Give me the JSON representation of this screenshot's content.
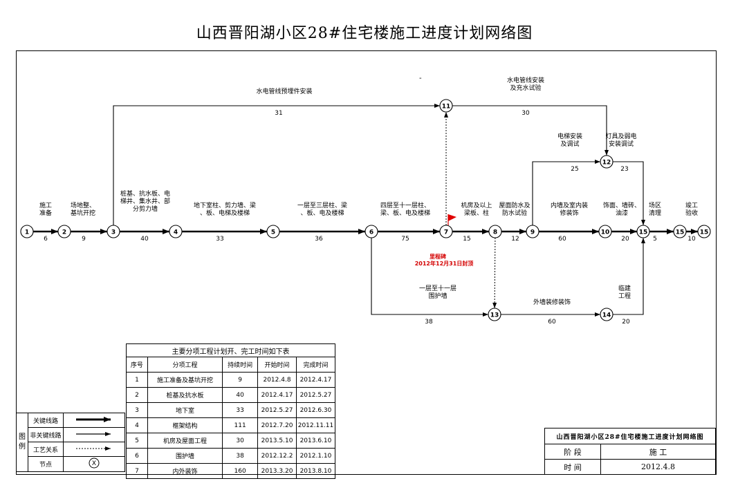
{
  "title": "山西晋阳湖小区28#住宅楼施工进度计划网络图",
  "top_mark": "-",
  "nodes": [
    {
      "id": "n1",
      "label": "1"
    },
    {
      "id": "n2",
      "label": "2"
    },
    {
      "id": "n3",
      "label": "3"
    },
    {
      "id": "n4",
      "label": "4"
    },
    {
      "id": "n5",
      "label": "5"
    },
    {
      "id": "n6",
      "label": "6"
    },
    {
      "id": "n7",
      "label": "7"
    },
    {
      "id": "n8",
      "label": "8"
    },
    {
      "id": "n9",
      "label": "9"
    },
    {
      "id": "n10",
      "label": "10"
    },
    {
      "id": "n11",
      "label": "11"
    },
    {
      "id": "n12",
      "label": "12"
    },
    {
      "id": "n13",
      "label": "13"
    },
    {
      "id": "n14",
      "label": "14"
    },
    {
      "id": "n15a",
      "label": "15"
    },
    {
      "id": "n15b",
      "label": "15"
    },
    {
      "id": "n15c",
      "label": "15"
    }
  ],
  "activities": [
    {
      "id": "a1-2",
      "from": "n1",
      "to": "n2",
      "label": [
        "施工",
        "准备"
      ],
      "duration": "6",
      "type": "critical"
    },
    {
      "id": "a2-3",
      "from": "n2",
      "to": "n3",
      "label": [
        "场地整、",
        "基坑开挖"
      ],
      "duration": "9",
      "type": "critical"
    },
    {
      "id": "a3-4",
      "from": "n3",
      "to": "n4",
      "label": [
        "桩基、抗水板、电",
        "梯井、集水井、部",
        "分剪力墙"
      ],
      "duration": "40",
      "type": "critical"
    },
    {
      "id": "a4-5",
      "from": "n4",
      "to": "n5",
      "label": [
        "地下室柱、剪力墙、梁",
        "、板、电梯及楼梯"
      ],
      "duration": "33",
      "type": "critical"
    },
    {
      "id": "a5-6",
      "from": "n5",
      "to": "n6",
      "label": [
        "一层至三层柱、梁",
        "、板、电及楼梯"
      ],
      "duration": "36",
      "type": "critical"
    },
    {
      "id": "a6-7",
      "from": "n6",
      "to": "n7",
      "label": [
        "四层至十一层柱、",
        "梁、板、电及楼梯"
      ],
      "duration": "75",
      "type": "critical"
    },
    {
      "id": "a7-8",
      "from": "n7",
      "to": "n8",
      "label": [
        "机房及以上",
        "梁板、柱"
      ],
      "duration": "15",
      "type": "critical"
    },
    {
      "id": "a8-9",
      "from": "n8",
      "to": "n9",
      "label": [
        "屋面防水及",
        "防水试验"
      ],
      "duration": "12",
      "type": "critical"
    },
    {
      "id": "a9-10",
      "from": "n9",
      "to": "n10",
      "label": [
        "内墙及室内装",
        "修装饰"
      ],
      "duration": "60",
      "type": "critical"
    },
    {
      "id": "a10-15",
      "from": "n10",
      "to": "n15a",
      "label": [
        "饰面、墙砖、",
        "油漆"
      ],
      "duration": "20",
      "type": "critical"
    },
    {
      "id": "a15-15b",
      "from": "n15a",
      "to": "n15b",
      "label": [
        "场区",
        "清理"
      ],
      "duration": "5",
      "type": "critical"
    },
    {
      "id": "a15b-15c",
      "from": "n15b",
      "to": "n15c",
      "label": [
        "竣工",
        "验收"
      ],
      "duration": "10",
      "type": "critical"
    },
    {
      "id": "a3-11",
      "from": "n3",
      "to": "n11",
      "label": [
        "水电管线预埋件安装"
      ],
      "duration": "31",
      "type": "normal"
    },
    {
      "id": "a11-12",
      "from": "n11",
      "to": "n12",
      "label": [
        "水电管线安装",
        "及充水试验"
      ],
      "duration": "30",
      "type": "normal"
    },
    {
      "id": "a9-12",
      "from": "n9",
      "to": "n12",
      "label": [
        "电梯安装",
        "及调试"
      ],
      "duration": "25",
      "type": "normal"
    },
    {
      "id": "a12-15",
      "from": "n12",
      "to": "n15a",
      "label": [
        "灯具及弱电",
        "安装调试"
      ],
      "duration": "23",
      "type": "normal"
    },
    {
      "id": "a6-13",
      "from": "n6",
      "to": "n13",
      "label": [
        "一层至十一层",
        "围护墙"
      ],
      "duration": "38",
      "type": "normal"
    },
    {
      "id": "a13-14",
      "from": "n13",
      "to": "n14",
      "label": [
        "外墙装修装饰"
      ],
      "duration": "60",
      "type": "normal"
    },
    {
      "id": "a14-15",
      "from": "n14",
      "to": "n15a",
      "label": [
        "临建",
        "工程"
      ],
      "duration": "20",
      "type": "normal"
    },
    {
      "id": "d7-11",
      "from": "n7",
      "to": "n11",
      "label": [],
      "duration": "",
      "type": "dummy"
    },
    {
      "id": "d8-13",
      "from": "n8",
      "to": "n13",
      "label": [],
      "duration": "",
      "type": "dummy"
    }
  ],
  "milestone": {
    "line1": "里程碑",
    "line2": "2012年12月31日封顶"
  },
  "schedule": {
    "caption": "主要分项工程计划开、完工时间如下表",
    "headers": [
      "序号",
      "分项工程",
      "持续时间",
      "开始时间",
      "完成时间"
    ],
    "rows": [
      [
        "1",
        "施工准备及基坑开挖",
        "9",
        "2012.4.8",
        "2012.4.17"
      ],
      [
        "2",
        "桩基及抗水板",
        "40",
        "2012.4.17",
        "2012.5.27"
      ],
      [
        "3",
        "地下室",
        "33",
        "2012.5.27",
        "2012.6.30"
      ],
      [
        "4",
        "框架结构",
        "111",
        "2012.7.20",
        "2012.11.11"
      ],
      [
        "5",
        "机房及屋面工程",
        "30",
        "2013.5.10",
        "2013.6.10"
      ],
      [
        "6",
        "围护墙",
        "38",
        "2012.12.2",
        "2012.1.10"
      ],
      [
        "7",
        "内外装饰",
        "160",
        "2013.3.20",
        "2013.8.10"
      ]
    ]
  },
  "legend": {
    "label": "图例",
    "items": [
      {
        "name": "关键线路",
        "style": "critical"
      },
      {
        "name": "非关键线路",
        "style": "normal"
      },
      {
        "name": "工艺关系",
        "style": "dummy"
      },
      {
        "name": "节点",
        "style": "node",
        "symbol": "X"
      }
    ]
  },
  "title_block": {
    "title": "山西晋阳湖小区28#住宅楼施工进度计划网络图",
    "stage_label": "阶 段",
    "stage_value": "施 工",
    "time_label": "时 间",
    "time_value": "2012.4.8"
  }
}
